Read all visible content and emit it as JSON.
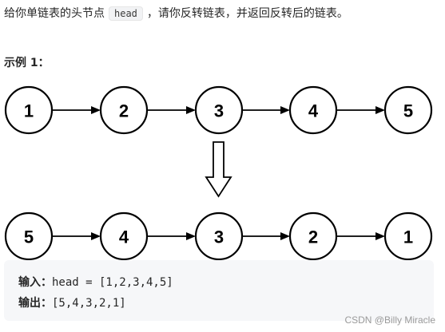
{
  "prompt": {
    "before": "给你单链表的头节点",
    "code": "head",
    "after": "，请你反转链表，并返回反转后的链表。"
  },
  "example_title": "示例 1：",
  "diagram": {
    "input_list": [
      "1",
      "2",
      "3",
      "4",
      "5"
    ],
    "output_list": [
      "5",
      "4",
      "3",
      "2",
      "1"
    ],
    "icon": "down-arrow-icon"
  },
  "io": {
    "input_label": "输入：",
    "input_value": "head = [1,2,3,4,5]",
    "output_label": "输出：",
    "output_value": "[5,4,3,2,1]"
  },
  "watermark": "CSDN @Billy Miracle",
  "colors": {
    "text": "#262626",
    "code_bg": "#f2f3f5",
    "io_bg": "#f6f7f9",
    "watermark": "#9a9a9a"
  }
}
